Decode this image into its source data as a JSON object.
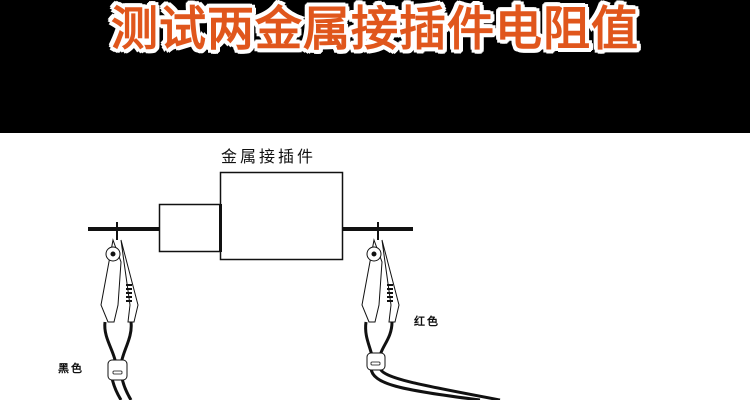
{
  "header": {
    "title": "测试两金属接插件电阻值",
    "background": "#000000",
    "title_color": "#e0561c",
    "title_outline": "#ffffff"
  },
  "diagram": {
    "connector_label": "金属接插件",
    "probes": [
      {
        "side": "left",
        "label": "黑色",
        "color_meaning": "black"
      },
      {
        "side": "right",
        "label": "红色",
        "color_meaning": "red"
      }
    ]
  }
}
